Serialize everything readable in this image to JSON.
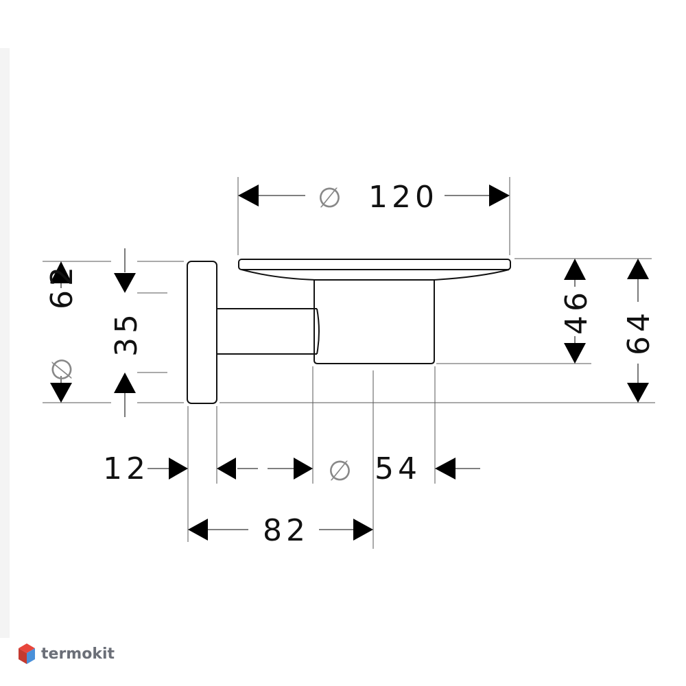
{
  "diagram": {
    "dimensions": {
      "d120": "120",
      "d62": "62",
      "d35": "35",
      "d46": "46",
      "d64": "64",
      "d12": "12",
      "d54": "54",
      "d82": "82"
    },
    "diameter_symbol": "∅"
  },
  "watermark": {
    "text": "termokit",
    "colors": {
      "red": "#e8463c",
      "blue": "#4a90d9",
      "text": "#6b6f78"
    }
  }
}
